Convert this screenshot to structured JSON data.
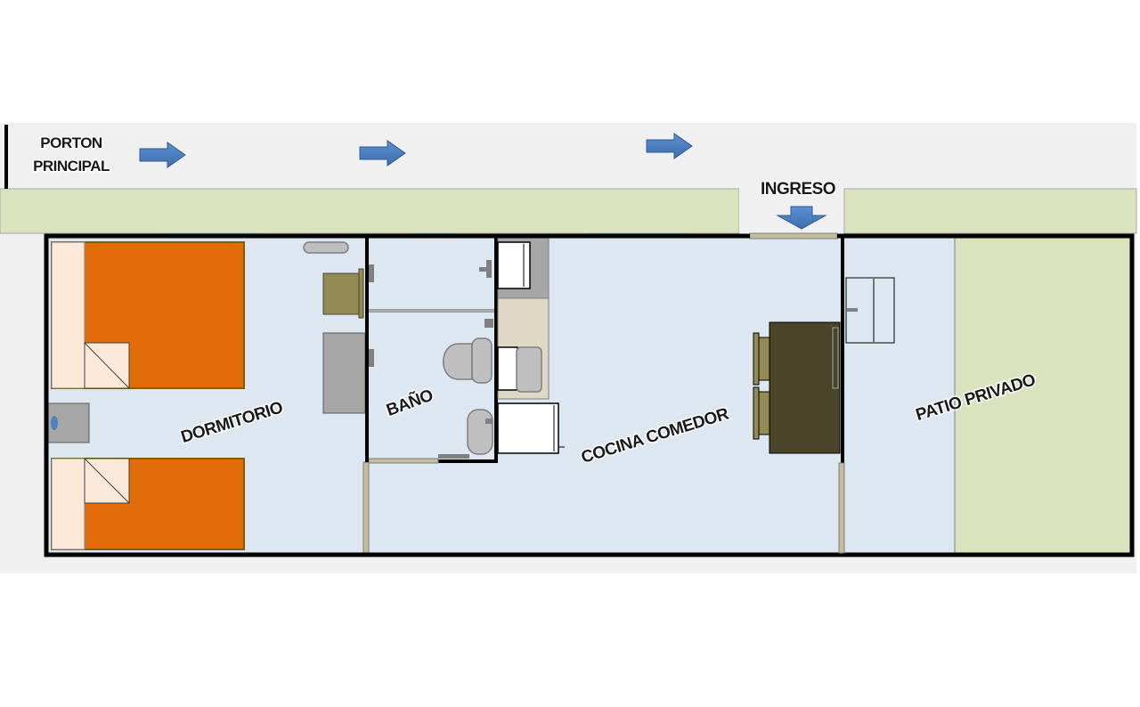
{
  "labels": {
    "gate_line1": "PORTON",
    "gate_line2": "PRINCIPAL",
    "entrance": "INGRESO",
    "bedroom": "DORMITORIO",
    "bathroom": "BAÑO",
    "kitchen": "COCINA COMEDOR",
    "patio": "PATIO PRIVADO"
  },
  "colors": {
    "floor": "#dde7f1",
    "walkway": "#f0f0f0",
    "garden": "#d9e3bd",
    "wall": "#000000",
    "bed": "#e36c0a",
    "pillow": "#fde9d9",
    "window": "#4bacc6",
    "arrow": "#4f81bd",
    "table": "#4a4528",
    "chair": "#948a54",
    "fixture": "#bfbfbf",
    "counter": "#ddd9c4",
    "appliance": "#a6a6a6",
    "door": "#c4bd97"
  }
}
